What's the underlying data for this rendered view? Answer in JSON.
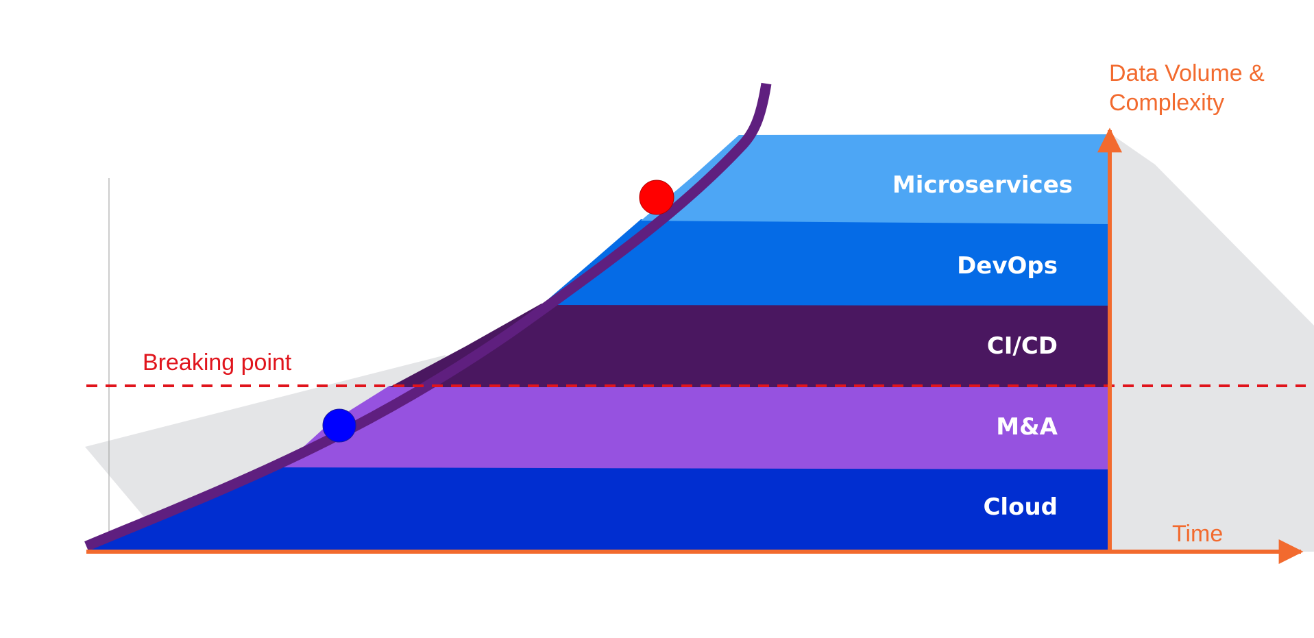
{
  "diagram": {
    "layers": [
      {
        "id": "microservices",
        "label": "Microservices",
        "color": "#4da6f5"
      },
      {
        "id": "devops",
        "label": "DevOps",
        "color": "#056be6"
      },
      {
        "id": "cicd",
        "label": "CI/CD",
        "color": "#4a1760"
      },
      {
        "id": "ma",
        "label": "M&A",
        "color": "#9652e0"
      },
      {
        "id": "cloud",
        "label": "Cloud",
        "color": "#012ed0"
      }
    ],
    "breaking_point": {
      "label": "Breaking point",
      "color": "#e0141c"
    },
    "axes": {
      "y_label_line1": "Data Volume &",
      "y_label_line2": "Complexity",
      "x_label": "Time",
      "color": "#f26a2e"
    },
    "curve": {
      "color": "#5f1f7f"
    },
    "markers": [
      {
        "id": "marker-blue",
        "color": "#0000ff"
      },
      {
        "id": "marker-red",
        "color": "#ff0000"
      }
    ],
    "shadow_color": "#e4e5e7"
  }
}
